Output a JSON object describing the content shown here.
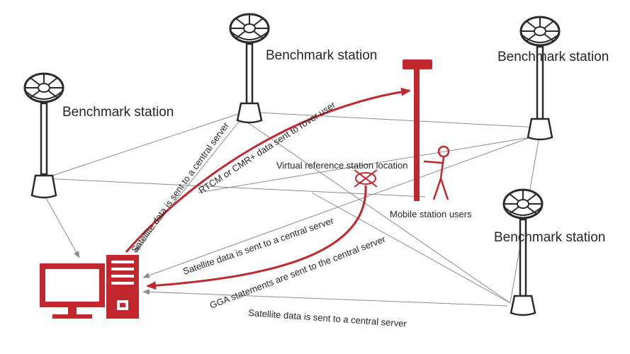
{
  "colors": {
    "accent": "#c1272d",
    "line": "#8c8c8c",
    "ink": "#262626"
  },
  "stations": [
    {
      "label": "Benchmark station"
    },
    {
      "label": "Benchmark station"
    },
    {
      "label": "Benchmark station"
    },
    {
      "label": "Benchmark station"
    }
  ],
  "labels": {
    "virtual_reference": "Virtual reference station location",
    "mobile_users": "Mobile station users",
    "sat_data_left": "Satellite data is sent to a central server",
    "rtcm_data": "RTCM or CMR+ data sent to rover user",
    "sat_data_middle": "Satellite data is sent to a central server",
    "gga_statements": "GGA statements are sent to the central server",
    "sat_data_bottom": "Satellite data is sent to a central server"
  },
  "icons": {
    "station_antenna": "gnss-antenna-icon",
    "monitor": "monitor-icon",
    "server": "server-tower-icon",
    "rover_pole": "rover-pole-icon",
    "user": "person-icon",
    "virtual_station": "virtual-station-icon"
  }
}
